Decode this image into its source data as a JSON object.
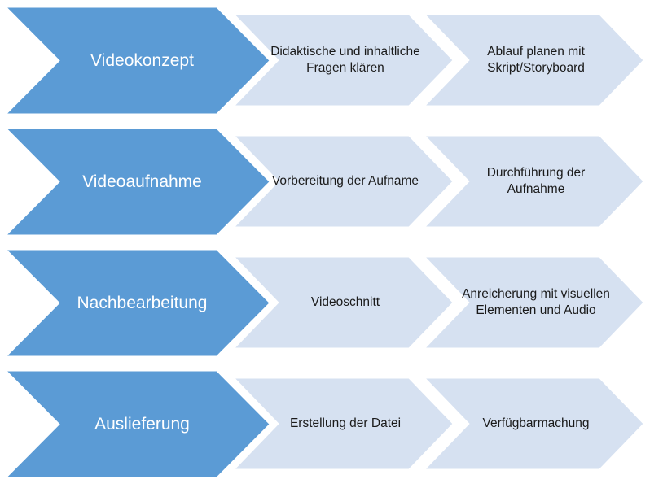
{
  "colors": {
    "main_fill": "#5B9BD5",
    "main_stroke": "#ffffff",
    "step_fill": "#D6E1F1",
    "step_stroke": "#ffffff",
    "step_text": "#1a1a1a",
    "main_text": "#ffffff"
  },
  "rows": [
    {
      "title": "Videokonzept",
      "steps": [
        "Didaktische und inhaltliche Fragen klären",
        "Ablauf planen mit Skript/Storyboard"
      ]
    },
    {
      "title": "Videoaufnahme",
      "steps": [
        "Vorbereitung der Aufname",
        "Durchführung der Aufnahme"
      ]
    },
    {
      "title": "Nachbearbeitung",
      "steps": [
        "Videoschnitt",
        "Anreicherung mit visuellen Elementen und Audio"
      ]
    },
    {
      "title": "Auslieferung",
      "steps": [
        "Erstellung der Datei",
        "Verfügbarmachung"
      ]
    }
  ]
}
